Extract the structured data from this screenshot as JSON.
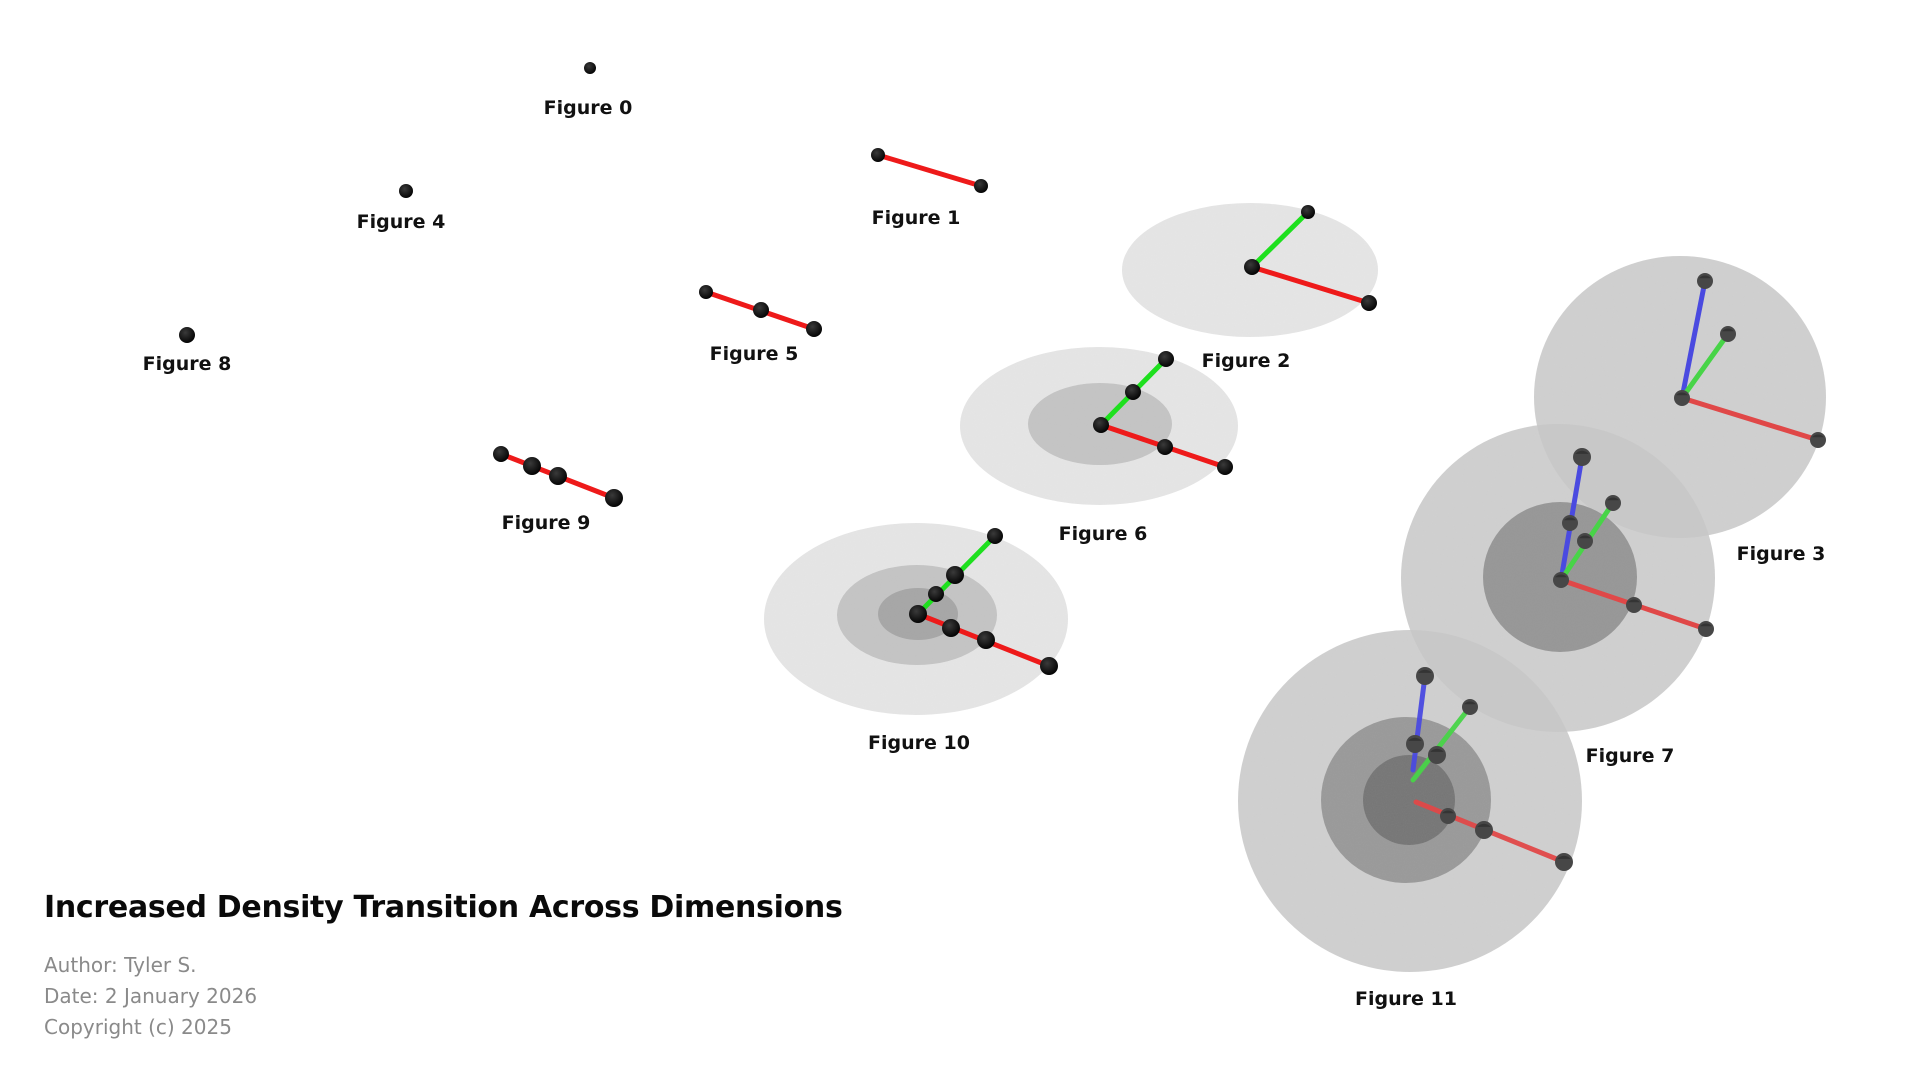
{
  "title": "Increased Density Transition Across Dimensions",
  "author": "Author: Tyler S.",
  "date": "Date: 2 January 2026",
  "copyright": "Copyright (c) 2025",
  "colors": {
    "background": "#ffffff",
    "point": "#000000",
    "point_inside_sphere": "#474747",
    "axis_x": "#ee1a1a",
    "axis_y": "#1ee01e",
    "axis_z": "#4a4ae0",
    "axis_x_muted": "#e04848",
    "axis_y_muted": "#48d448",
    "disc_light": "#e6e6e6",
    "disc_mid": "#c4c4c4",
    "disc_dark": "#a6a6a6",
    "sphere_light": "#c8c8c8",
    "sphere_mid": "#8c8c8c",
    "sphere_dark": "#6c6c6c",
    "label": "#111111"
  },
  "figures": [
    {
      "id": 0,
      "label": "Figure 0",
      "dimension": 0,
      "density": 1,
      "axes": []
    },
    {
      "id": 1,
      "label": "Figure 1",
      "dimension": 1,
      "density": 1,
      "axes": [
        "x"
      ]
    },
    {
      "id": 2,
      "label": "Figure 2",
      "dimension": 2,
      "density": 1,
      "axes": [
        "x",
        "y"
      ]
    },
    {
      "id": 3,
      "label": "Figure 3",
      "dimension": 3,
      "density": 1,
      "axes": [
        "x",
        "y",
        "z"
      ]
    },
    {
      "id": 4,
      "label": "Figure 4",
      "dimension": 0,
      "density": 2,
      "axes": []
    },
    {
      "id": 5,
      "label": "Figure 5",
      "dimension": 1,
      "density": 2,
      "axes": [
        "x"
      ]
    },
    {
      "id": 6,
      "label": "Figure 6",
      "dimension": 2,
      "density": 2,
      "axes": [
        "x",
        "y"
      ]
    },
    {
      "id": 7,
      "label": "Figure 7",
      "dimension": 3,
      "density": 2,
      "axes": [
        "x",
        "y",
        "z"
      ]
    },
    {
      "id": 8,
      "label": "Figure 8",
      "dimension": 0,
      "density": 3,
      "axes": []
    },
    {
      "id": 9,
      "label": "Figure 9",
      "dimension": 1,
      "density": 3,
      "axes": [
        "x"
      ]
    },
    {
      "id": 10,
      "label": "Figure 10",
      "dimension": 2,
      "density": 3,
      "axes": [
        "x",
        "y"
      ]
    },
    {
      "id": 11,
      "label": "Figure 11",
      "dimension": 3,
      "density": 3,
      "axes": [
        "x",
        "y",
        "z"
      ]
    }
  ]
}
